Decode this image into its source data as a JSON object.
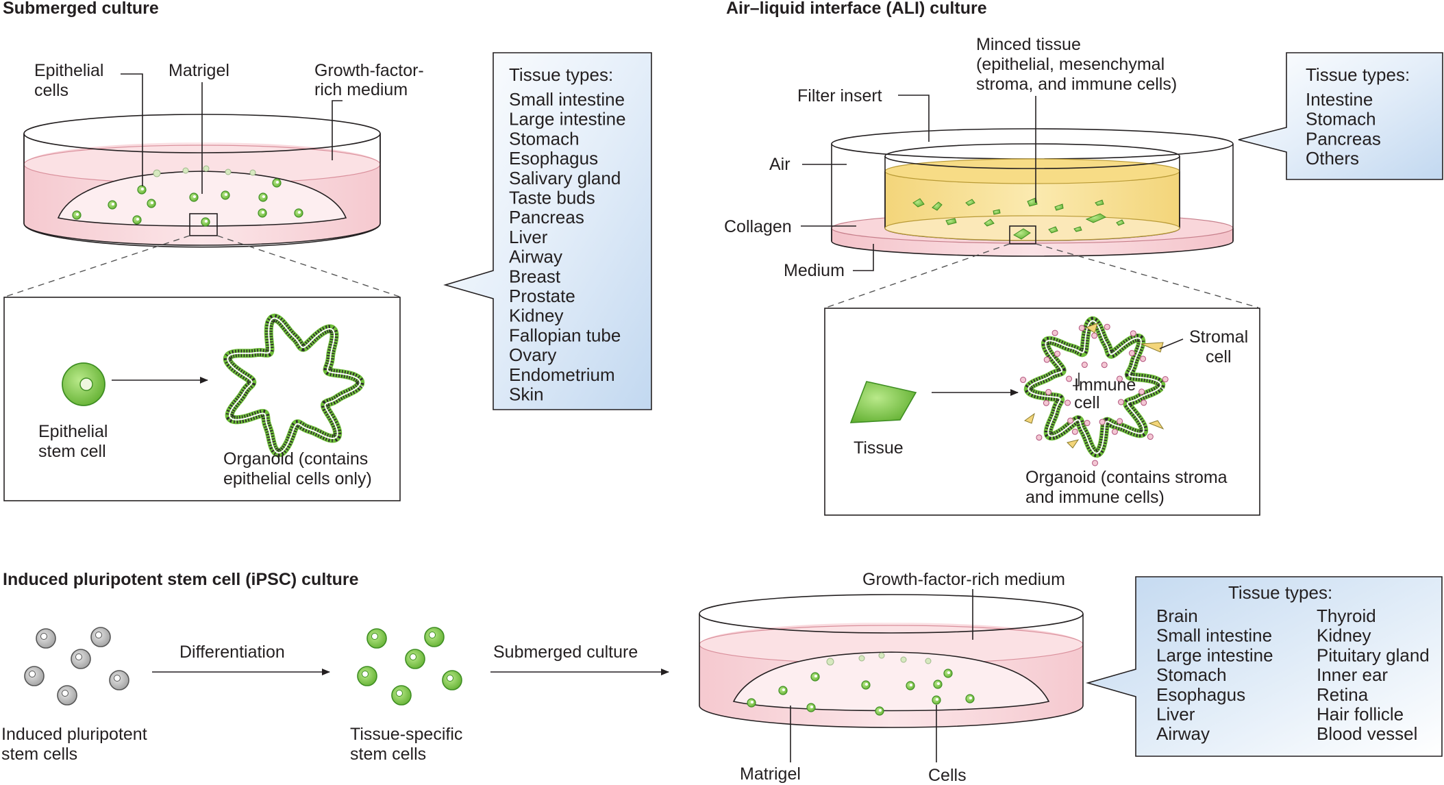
{
  "submerged": {
    "title": "Submerged culture",
    "labels": {
      "epithelial_1": "Epithelial",
      "epithelial_2": "cells",
      "matrigel": "Matrigel",
      "medium_1": "Growth-factor-",
      "medium_2": "rich medium",
      "stem_1": "Epithelial",
      "stem_2": "stem cell",
      "organoid_1": "Organoid (contains",
      "organoid_2": "epithelial cells only)"
    },
    "tissue_header": "Tissue types:",
    "tissues": [
      "Small intestine",
      "Large intestine",
      "Stomach",
      "Esophagus",
      "Salivary gland",
      "Taste buds",
      "Pancreas",
      "Liver",
      "Airway",
      "Breast",
      "Prostate",
      "Kidney",
      "Fallopian tube",
      "Ovary",
      "Endometrium",
      "Skin"
    ]
  },
  "ali": {
    "title": "Air–liquid interface (ALI) culture",
    "labels": {
      "minced_1": "Minced tissue",
      "minced_2": "(epithelial, mesenchymal",
      "minced_3": "stroma, and immune cells)",
      "filter": "Filter insert",
      "air": "Air",
      "collagen": "Collagen",
      "medium": "Medium",
      "tissue": "Tissue",
      "stromal_1": "Stromal",
      "stromal_2": "cell",
      "immune_1": "Immune",
      "immune_2": "cell",
      "organoid_1": "Organoid (contains stroma",
      "organoid_2": "and immune cells)"
    },
    "tissue_header": "Tissue types:",
    "tissues": [
      "Intestine",
      "Stomach",
      "Pancreas",
      "Others"
    ]
  },
  "ipsc": {
    "title": "Induced pluripotent stem cell (iPSC) culture",
    "labels": {
      "ipsc_1": "Induced pluripotent",
      "ipsc_2": "stem cells",
      "differentiation": "Differentiation",
      "specific_1": "Tissue-specific",
      "specific_2": "stem cells",
      "submerged": "Submerged culture",
      "medium": "Growth-factor-rich medium",
      "matrigel": "Matrigel",
      "cells": "Cells"
    },
    "tissue_header": "Tissue types:",
    "tissues_col1": [
      "Brain",
      "Small intestine",
      "Large intestine",
      "Stomach",
      "Esophagus",
      "Liver",
      "Airway"
    ],
    "tissues_col2": [
      "Thyroid",
      "Kidney",
      "Pituitary gland",
      "Inner ear",
      "Retina",
      "Hair follicle",
      "Blood vessel"
    ]
  },
  "colors": {
    "cell_green": "#8fd14f",
    "cell_dark": "#3e8e22",
    "dish_pink": "#f8cfd4",
    "collagen_yellow": "#f6d87a",
    "callout_blue": "#cfe0f3",
    "ipsc_gray": "#bdbdbd"
  }
}
